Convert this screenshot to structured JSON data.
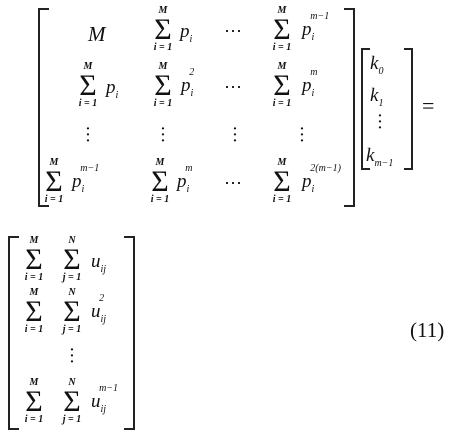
{
  "equation": {
    "number": "(11)",
    "equals": "=",
    "matrix": {
      "row1": {
        "c1": "M",
        "c3": "⋯"
      },
      "row2": {
        "c3": "⋯"
      },
      "row4": {
        "c3": "⋯"
      }
    },
    "sum_limits": {
      "upper_M": "M",
      "upper_N": "N",
      "lower_i": "i = 1",
      "lower_j": "j = 1"
    },
    "variables": {
      "p": "p",
      "u": "u",
      "k": "k"
    }
  }
}
